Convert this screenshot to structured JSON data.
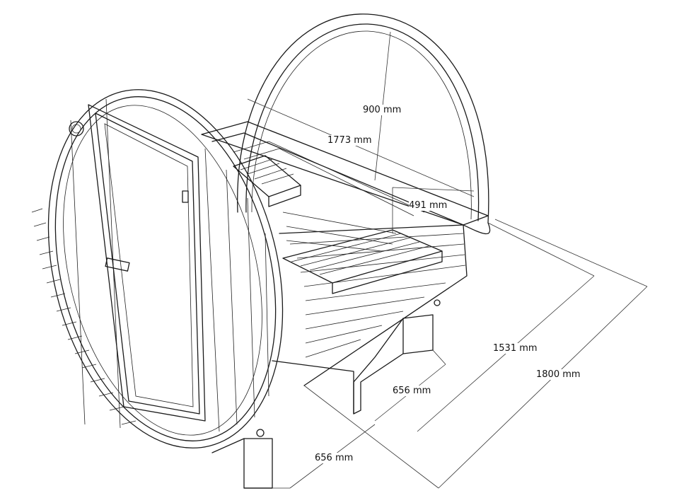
{
  "dimensions": {
    "arch_height": "900 mm",
    "inner_length": "1773 mm",
    "bench_height": "491 mm",
    "body_length": "1531 mm",
    "total_length": "1800 mm",
    "leg_spacing_rear": "656 mm",
    "leg_spacing_front": "656 mm"
  }
}
